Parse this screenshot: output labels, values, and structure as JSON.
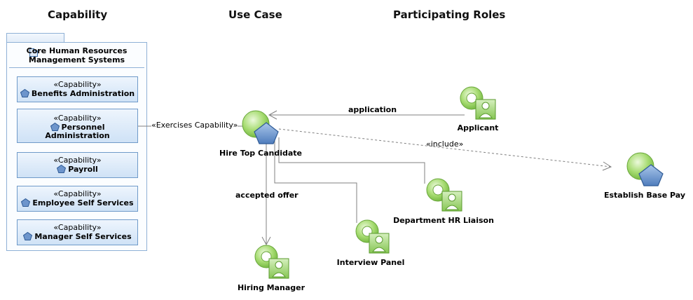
{
  "headers": {
    "capability": "Capability",
    "use_case": "Use Case",
    "participating_roles": "Participating Roles"
  },
  "package": {
    "name": "Core Human Resources Management Systems",
    "name_line1": "Core Human Resources",
    "name_line2": "Management Systems",
    "icon": "folder-icon"
  },
  "capabilities": [
    {
      "stereotype": "«Capability»",
      "name": "Benefits Administration"
    },
    {
      "stereotype": "«Capability»",
      "name_line1": "Personnel",
      "name_line2": "Administration"
    },
    {
      "stereotype": "«Capability»",
      "name": "Payroll"
    },
    {
      "stereotype": "«Capability»",
      "name": "Employee Self Services"
    },
    {
      "stereotype": "«Capability»",
      "name": "Manager Self Services"
    }
  ],
  "use_cases": {
    "main": "Hire Top Candidate",
    "included": "Establish Base Pay"
  },
  "roles": {
    "applicant": "Applicant",
    "department_hr_liaison": "Department HR Liaison",
    "interview_panel": "Interview Panel",
    "hiring_manager": "Hiring Manager"
  },
  "relationships": {
    "exercises_capability": "«Exercises Capability»",
    "application": "application",
    "include": "«include»",
    "accepted_offer": "accepted offer"
  },
  "colors": {
    "package_border": "#8fb1d6",
    "capability_fill": "#cfe2f6",
    "use_case_green": "#8fce56",
    "pentagon_blue": "#6d95cc",
    "line": "#808080"
  }
}
